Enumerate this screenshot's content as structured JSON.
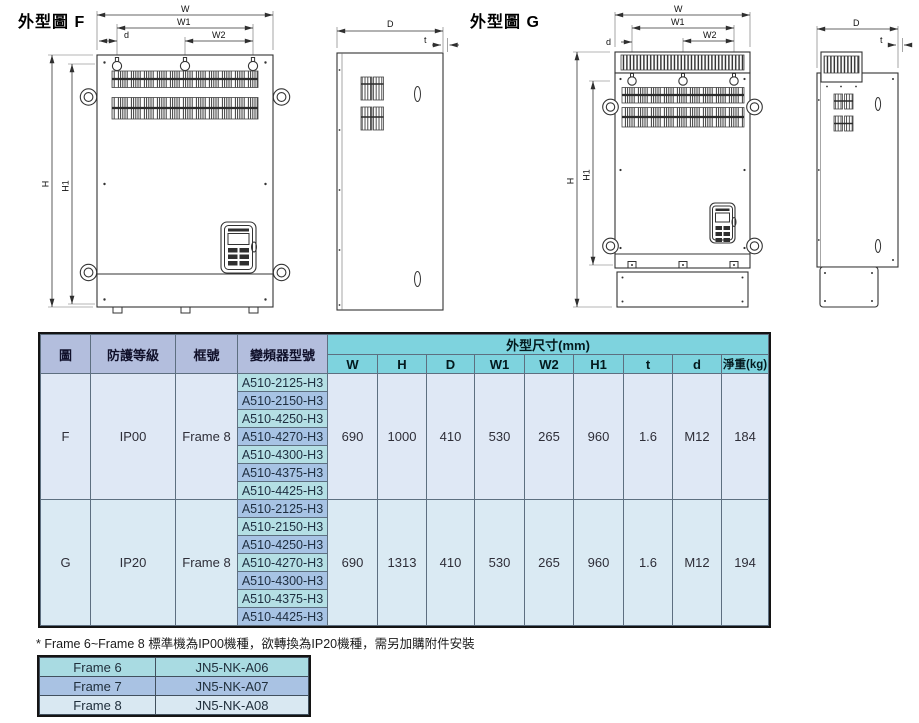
{
  "figure_f": {
    "title": "外型圖 F",
    "labels": {
      "W": "W",
      "W1": "W1",
      "W2": "W2",
      "d": "d",
      "H": "H",
      "H1": "H1",
      "D": "D",
      "t": "t"
    }
  },
  "figure_g": {
    "title": "外型圖 G",
    "labels": {
      "W": "W",
      "W1": "W1",
      "W2": "W2",
      "d": "d",
      "H": "H",
      "H1": "H1",
      "D": "D",
      "t": "t"
    }
  },
  "table": {
    "col_headers": {
      "fig": "圖",
      "protection": "防護等級",
      "frame": "框號",
      "model": "變頻器型號",
      "dims_group": "外型尺寸(mm)",
      "w": "W",
      "h": "H",
      "d": "D",
      "w1": "W1",
      "w2": "W2",
      "h1": "H1",
      "t": "t",
      "dd": "d",
      "weight": "淨重(kg)"
    },
    "sections": [
      {
        "fig": "F",
        "protection": "IP00",
        "frame": "Frame 8",
        "models": [
          "A510-2125-H3",
          "A510-2150-H3",
          "A510-4250-H3",
          "A510-4270-H3",
          "A510-4300-H3",
          "A510-4375-H3",
          "A510-4425-H3"
        ],
        "w": "690",
        "h": "1000",
        "d": "410",
        "w1": "530",
        "w2": "265",
        "h1": "960",
        "t": "1.6",
        "dd": "M12",
        "weight": "184"
      },
      {
        "fig": "G",
        "protection": "IP20",
        "frame": "Frame 8",
        "models": [
          "A510-2125-H3",
          "A510-2150-H3",
          "A510-4250-H3",
          "A510-4270-H3",
          "A510-4300-H3",
          "A510-4375-H3",
          "A510-4425-H3"
        ],
        "w": "690",
        "h": "1313",
        "d": "410",
        "w1": "530",
        "w2": "265",
        "h1": "960",
        "t": "1.6",
        "dd": "M12",
        "weight": "194"
      }
    ]
  },
  "footnote": "* Frame 6~Frame 8 標準機為IP00機種，欲轉換為IP20機種，需另加購附件安裝",
  "accessory_table": {
    "rows": [
      {
        "frame": "Frame 6",
        "part": "JN5-NK-A06"
      },
      {
        "frame": "Frame 7",
        "part": "JN5-NK-A07"
      },
      {
        "frame": "Frame 8",
        "part": "JN5-NK-A08"
      }
    ]
  },
  "colors": {
    "header_periwinkle": "#b3bedd",
    "header_cyan": "#7ed3de",
    "model_teal": "#b4dfe4",
    "model_blue": "#a7c3e4",
    "body_f": "#dfe8f5",
    "body_g": "#daeaf3",
    "acc_teal": "#a9dbe2",
    "acc_blue": "#a9c2e3",
    "acc_light": "#d9e8f2"
  }
}
